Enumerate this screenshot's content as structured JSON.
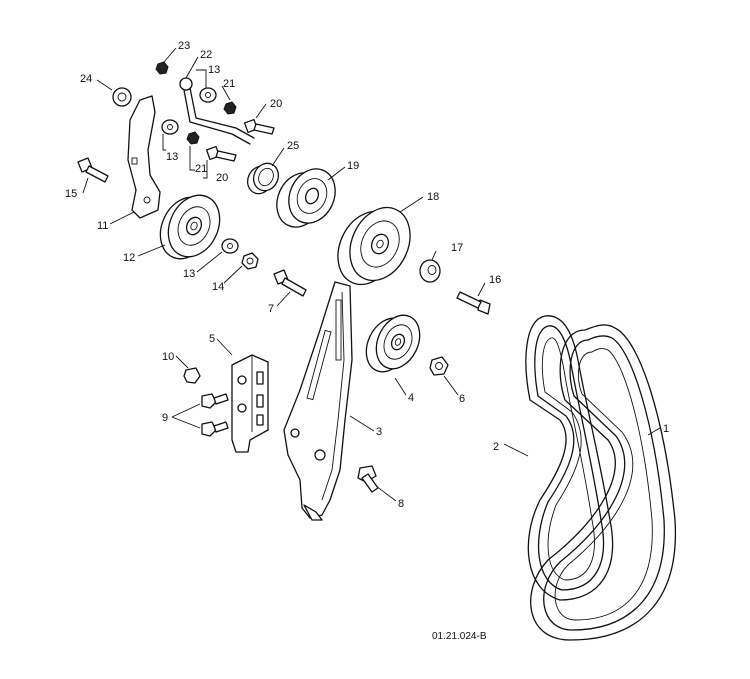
{
  "labels": {
    "l1": "1",
    "l2": "2",
    "l3": "3",
    "l4": "4",
    "l5": "5",
    "l6": "6",
    "l7": "7",
    "l8": "8",
    "l9": "9",
    "l10": "10",
    "l11": "11",
    "l12": "12",
    "l13a": "13",
    "l13b": "13",
    "l13c": "13",
    "l14": "14",
    "l15": "15",
    "l16": "16",
    "l17": "17",
    "l18": "18",
    "l19": "19",
    "l20a": "20",
    "l20b": "20",
    "l21a": "21",
    "l21b": "21",
    "l22": "22",
    "l23": "23",
    "l24": "24",
    "l25": "25"
  },
  "drawing_code": "01.21.024-B"
}
